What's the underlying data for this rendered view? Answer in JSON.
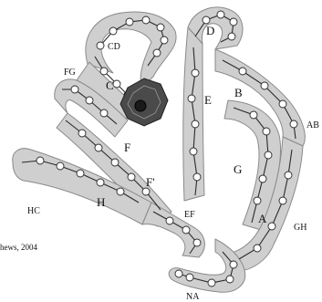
{
  "figure": {
    "helix_labels": [
      {
        "id": "A",
        "text": "A"
      },
      {
        "id": "B",
        "text": "B"
      },
      {
        "id": "C",
        "text": "C"
      },
      {
        "id": "D",
        "text": "D"
      },
      {
        "id": "E",
        "text": "E"
      },
      {
        "id": "F",
        "text": "F"
      },
      {
        "id": "Fp",
        "text": "F'"
      },
      {
        "id": "G",
        "text": "G"
      },
      {
        "id": "H",
        "text": "H"
      }
    ],
    "region_labels": [
      {
        "id": "AB",
        "text": "AB"
      },
      {
        "id": "CD",
        "text": "CD"
      },
      {
        "id": "FG",
        "text": "FG"
      },
      {
        "id": "EF",
        "text": "EF"
      },
      {
        "id": "GH",
        "text": "GH"
      },
      {
        "id": "HC",
        "text": "HC"
      },
      {
        "id": "NA",
        "text": "NA"
      }
    ],
    "credit": "hews, 2004",
    "colors": {
      "helix_fill": "#cfcfcf",
      "helix_stroke": "#8a8a8a",
      "backbone": "#2a2a2a",
      "atom_fill": "#ffffff",
      "heme": "#4a4a4a"
    }
  }
}
